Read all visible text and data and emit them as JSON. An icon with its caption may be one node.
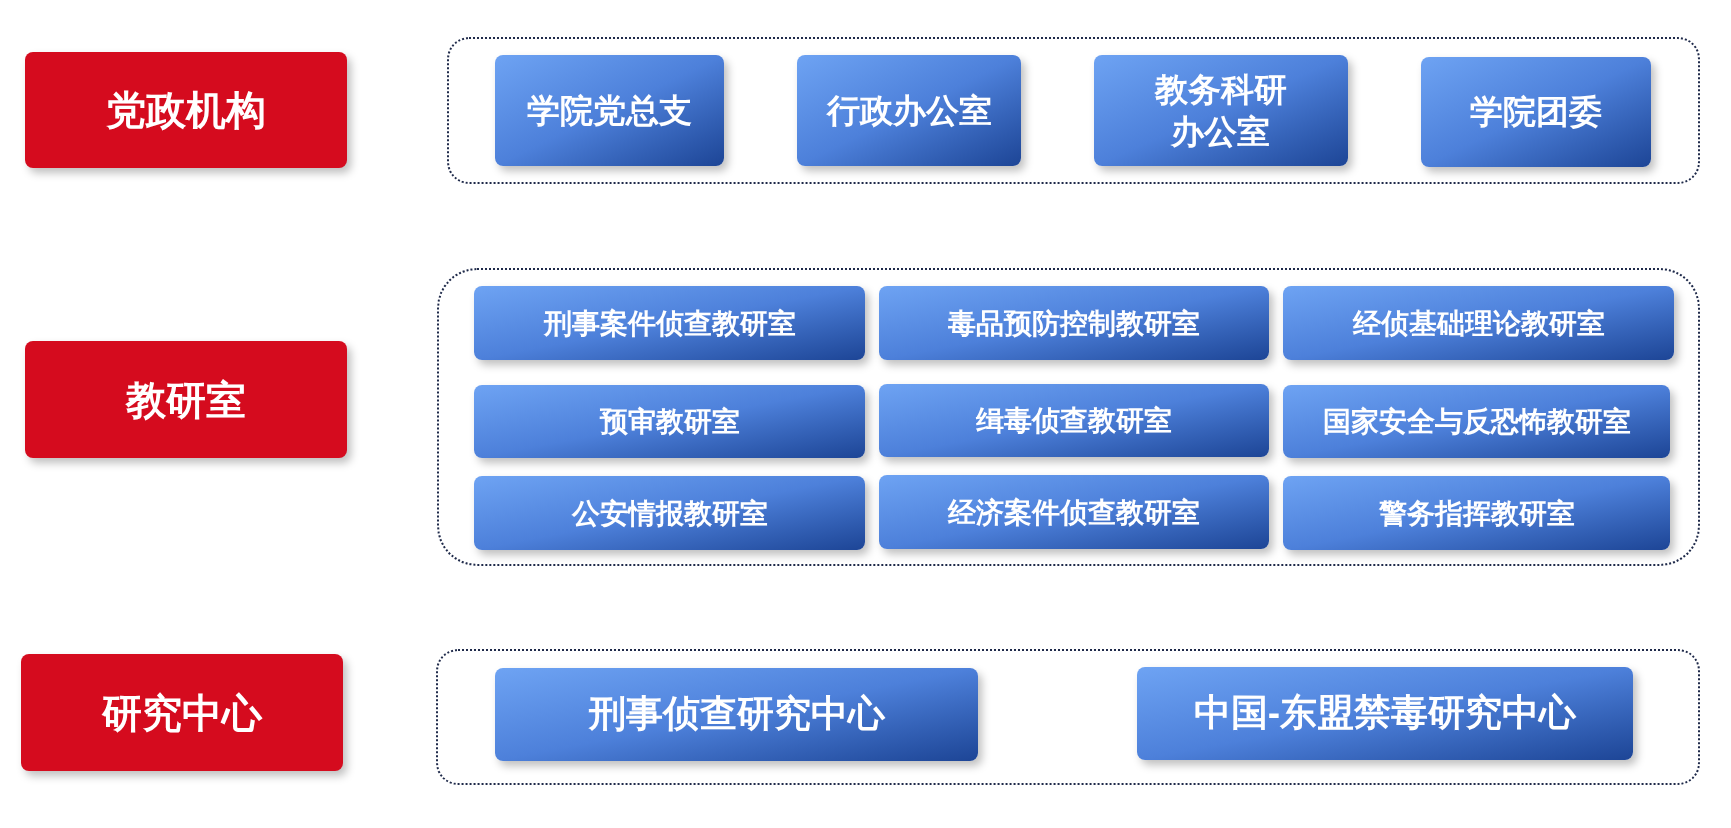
{
  "diagram": {
    "nodes": [
      {
        "text": [
          "党政机构"
        ]
      },
      {
        "text": [],
        "shape": "box"
      },
      {
        "text": [
          "学院党总支"
        ],
        "in": 1
      },
      {
        "text": [
          "行政办公室"
        ],
        "in": 1
      },
      {
        "text": [
          "教务科研办公室"
        ],
        "in": 1
      },
      {
        "text": [
          "学院团委"
        ],
        "in": 1
      },
      {
        "text": [
          "教研室"
        ]
      },
      {
        "text": [],
        "shape": "box"
      },
      {
        "text": [
          "刑事案件侦查教研室"
        ],
        "in": 7
      },
      {
        "text": [
          "毒品预防控制教研室"
        ],
        "in": 7
      },
      {
        "text": [
          "经侦基础理论教研室"
        ],
        "in": 7
      },
      {
        "text": [
          "预审教研室"
        ],
        "in": 7
      },
      {
        "text": [
          "缉毒侦查教研室"
        ],
        "in": 7
      },
      {
        "text": [
          "国家安全与反恐怖教研室"
        ],
        "in": 7
      },
      {
        "text": [
          "公安情报教研室"
        ],
        "in": 7
      },
      {
        "text": [
          "经济案件侦查教研室"
        ],
        "in": 7
      },
      {
        "text": [
          "警务指挥教研室"
        ],
        "in": 7
      },
      {
        "text": [
          "研究中心"
        ]
      },
      {
        "text": [],
        "shape": "box"
      },
      {
        "text": [
          "刑事侦查研究中心"
        ],
        "in": 18
      },
      {
        "text": [
          "中国-东盟禁毒研究中心"
        ],
        "in": 18
      }
    ]
  }
}
